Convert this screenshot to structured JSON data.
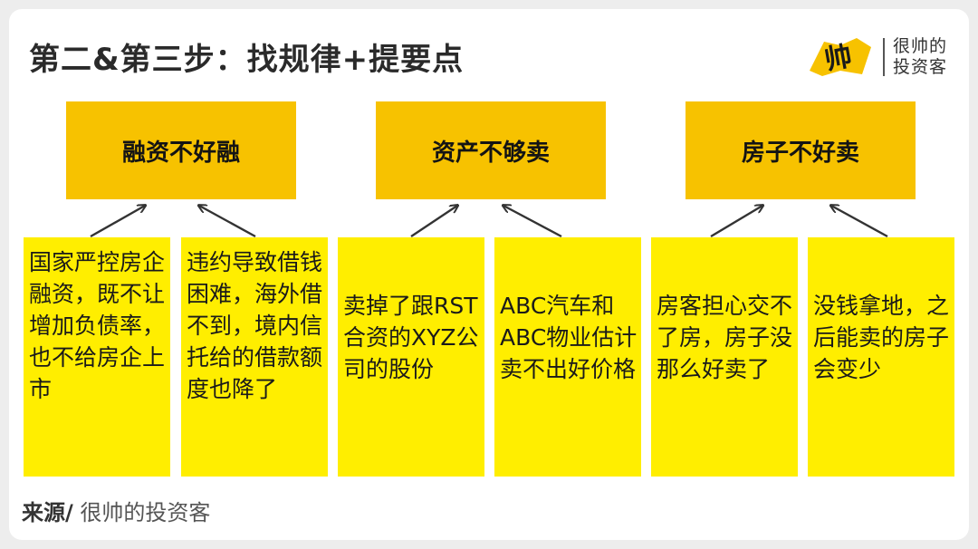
{
  "title": "第二&第三步：找规律+提要点",
  "brand": {
    "logo_glyph": "帅",
    "name_line1": "很帅的",
    "name_line2": "投资客",
    "accent_color": "#f7c200"
  },
  "headers": [
    {
      "label": "融资不好融"
    },
    {
      "label": "资产不够卖"
    },
    {
      "label": "房子不好卖"
    }
  ],
  "reasons": [
    {
      "text": "国家严控房企融资，既不让增加负债率，也不给房企上市"
    },
    {
      "text": "违约导致借钱困难，海外借不到，境内信托给的借款额度也降了"
    },
    {
      "text": "卖掉了跟RST合资的XYZ公司的股份"
    },
    {
      "text": "ABC汽车和ABC物业估计卖不出好价格"
    },
    {
      "text": "房客担心交不了房，房子没那么好卖了"
    },
    {
      "text": "没钱拿地，之后能卖的房子会变少"
    }
  ],
  "footer": {
    "source_label": "来源/",
    "source_value": " 很帅的投资客"
  },
  "colors": {
    "header_fill": "#f7c200",
    "reason_fill": "#ffee00",
    "background": "#ededed",
    "card": "#ffffff"
  }
}
